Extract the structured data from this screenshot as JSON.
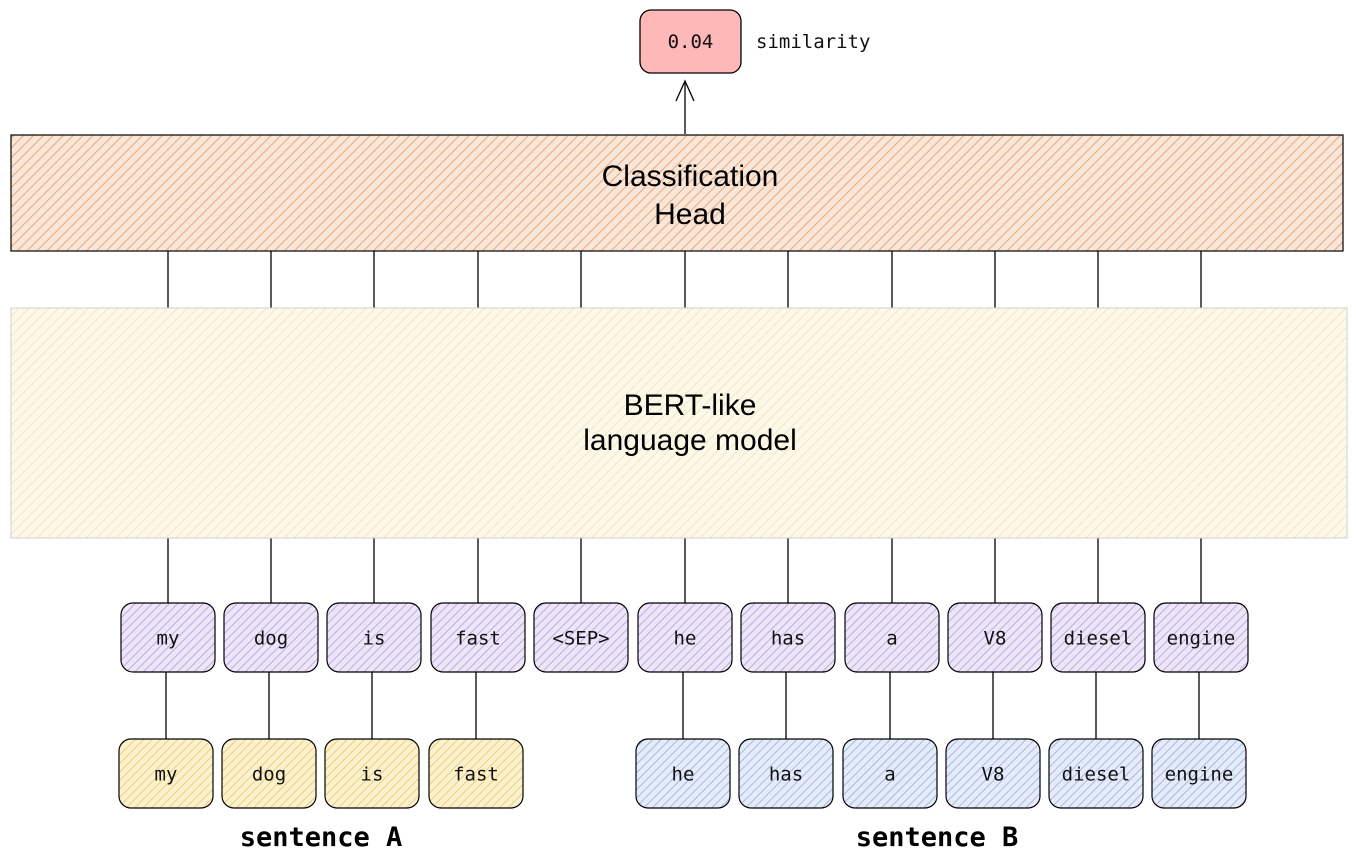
{
  "score": {
    "value": "0.04",
    "label": "similarity"
  },
  "classification_head": {
    "line1": "Classification",
    "line2": "Head"
  },
  "language_model": {
    "line1": "BERT-like",
    "line2": "language model"
  },
  "model_tokens": [
    "my",
    "dog",
    "is",
    "fast",
    "<SEP>",
    "he",
    "has",
    "a",
    "V8",
    "diesel",
    "engine"
  ],
  "sentence_a": {
    "label": "sentence A",
    "tokens": [
      "my",
      "dog",
      "is",
      "fast"
    ]
  },
  "sentence_b": {
    "label": "sentence B",
    "tokens": [
      "he",
      "has",
      "a",
      "V8",
      "diesel",
      "engine"
    ]
  },
  "colors": {
    "head_fill": "#f7e6da",
    "head_hatch": "#f2a56e",
    "lm_fill": "#fdf9ea",
    "lm_hatch": "#f3e7bd",
    "token_purple_fill": "#ece6f7",
    "token_purple_hatch": "#b9a4e6",
    "token_yellow_fill": "#fbf1cf",
    "token_yellow_hatch": "#eccd6b",
    "token_blue_fill": "#e5ebf8",
    "token_blue_hatch": "#9fb4e2",
    "score_fill": "#ffb8b8"
  }
}
